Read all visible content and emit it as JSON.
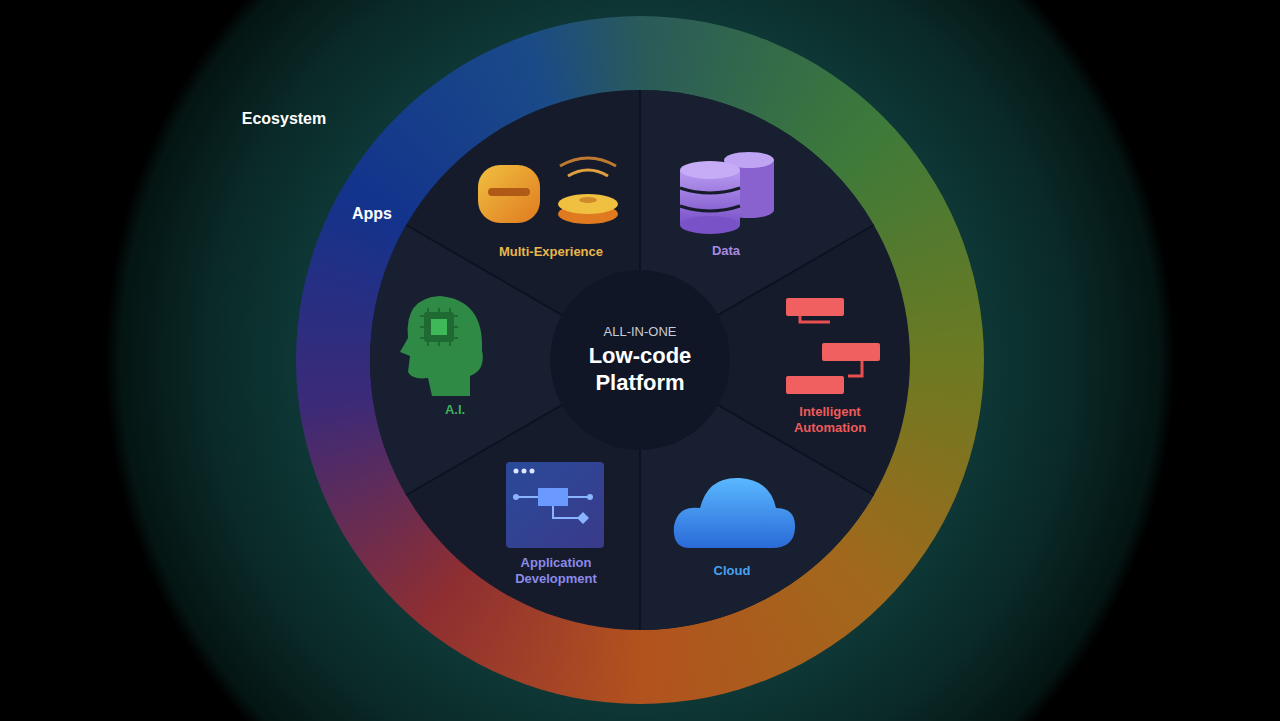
{
  "diagram": {
    "nodes": [
      {
        "text": [
          "Ecosystem"
        ]
      },
      {
        "text": [
          "Apps"
        ],
        "in": 0
      },
      {
        "text": [
          "ALL-IN-ONE",
          "Low-code Platform"
        ],
        "in": 1
      },
      {
        "text": [
          "Multi-Experience"
        ],
        "in": 1
      },
      {
        "text": [
          "Data"
        ],
        "in": 1
      },
      {
        "text": [
          "Intelligent Automation"
        ],
        "in": 1
      },
      {
        "text": [
          "Cloud"
        ],
        "in": 1
      },
      {
        "text": [
          "Application Development"
        ],
        "in": 1
      },
      {
        "text": [
          "A.I."
        ],
        "in": 1
      }
    ]
  }
}
